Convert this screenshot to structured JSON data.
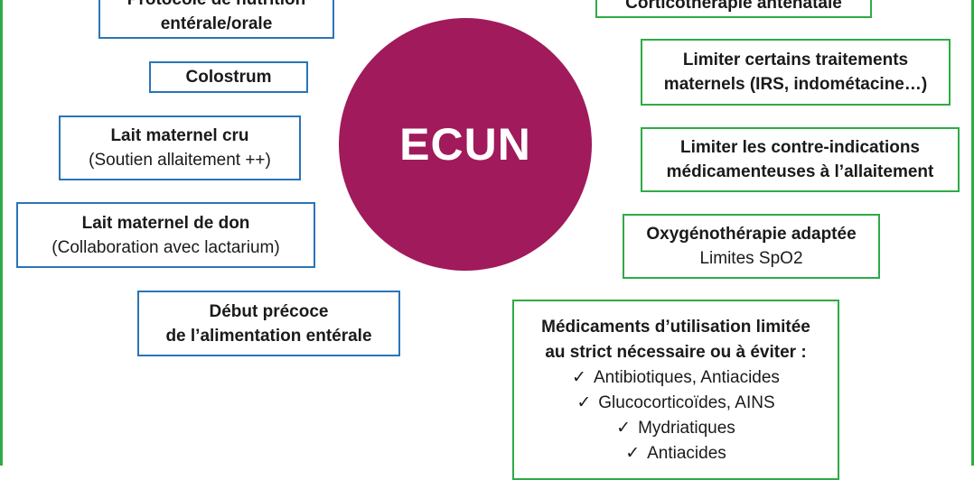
{
  "center": {
    "label": "ECUN",
    "color": "#a01a5c"
  },
  "colors": {
    "nutrition_border": "#2a74b8",
    "treatment_border": "#2eab46"
  },
  "left_boxes": {
    "protocol": {
      "line1": "Protocole de nutrition",
      "line2": "entérale/orale"
    },
    "colostrum": {
      "line1": "Colostrum"
    },
    "raw_milk": {
      "line1": "Lait maternel cru",
      "line2": "(Soutien allaitement ++)"
    },
    "donor_milk": {
      "line1": "Lait maternel de don",
      "line2": "(Collaboration avec lactarium)"
    },
    "early_feeding": {
      "line1": "Début précoce",
      "line2": "de l’alimentation entérale"
    }
  },
  "right_boxes": {
    "corticotherapy": {
      "line1": "Corticothérapie anténatale"
    },
    "maternal_treatments": {
      "line1": "Limiter certains traitements",
      "line2": "maternels (IRS, indométacine…)"
    },
    "contraindications": {
      "line1": "Limiter les contre-indications",
      "line2": "médicamenteuses à l’allaitement"
    },
    "oxygen": {
      "line1": "Oxygénothérapie adaptée",
      "line2": "Limites SpO2"
    },
    "medications": {
      "title1": "Médicaments d’utilisation limitée",
      "title2": "au strict nécessaire ou à éviter :",
      "check_icon": "✓",
      "items": [
        "Antibiotiques, Antiacides",
        "Glucocorticoïdes, AINS",
        "Mydriatiques",
        "Antiacides"
      ]
    }
  }
}
